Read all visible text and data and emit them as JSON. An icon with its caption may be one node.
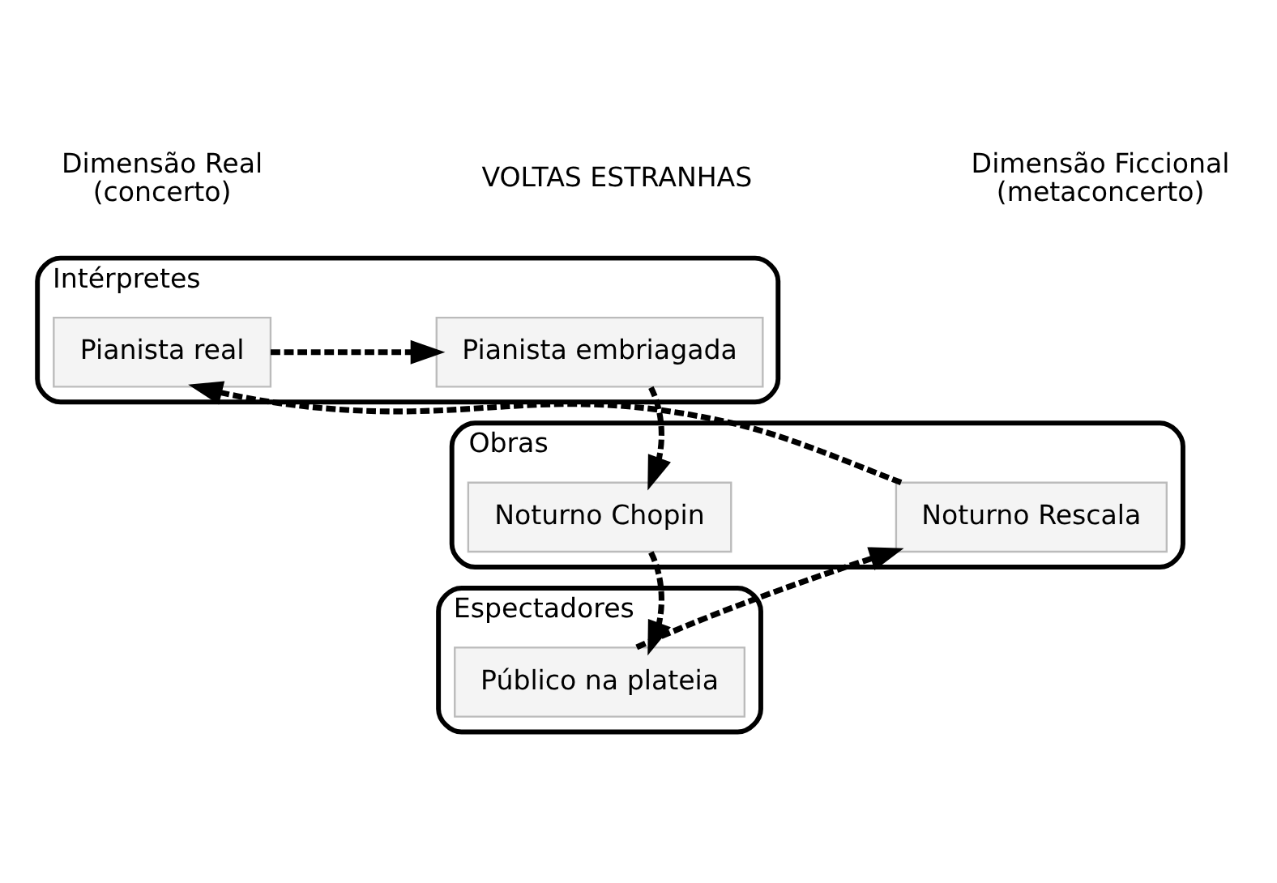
{
  "diagram": {
    "nodes": [
      {
        "text": [
          "Intérpretes"
        ]
      },
      {
        "text": [
          "Pianista real"
        ],
        "in": 0
      },
      {
        "text": [
          "Pianista embriagada"
        ],
        "in": 0
      },
      {
        "text": [
          "Obras"
        ]
      },
      {
        "text": [
          "Noturno Rescala"
        ],
        "in": 3
      },
      {
        "text": [
          "Noturno Chopin"
        ],
        "in": 3
      },
      {
        "text": [
          "Espectadores"
        ]
      },
      {
        "text": [
          "Público na plateia"
        ],
        "in": 6
      }
    ],
    "edges": [
      {
        "from": 1,
        "to": 2,
        "arrow": "to",
        "style": "dashed"
      },
      {
        "from": 2,
        "to": 5,
        "arrow": "to",
        "style": "dashed"
      },
      {
        "from": 5,
        "to": 7,
        "arrow": "to",
        "style": "dashed"
      },
      {
        "from": 7,
        "to": 4,
        "arrow": "to",
        "style": "dashed"
      },
      {
        "from": 4,
        "to": 1,
        "arrow": "to",
        "style": "dashed"
      }
    ],
    "labels": [
      "Dimensão Real (concerto)",
      "VOLTAS ESTRANHAS",
      "Dimensão Ficcional (metaconcerto)"
    ]
  }
}
